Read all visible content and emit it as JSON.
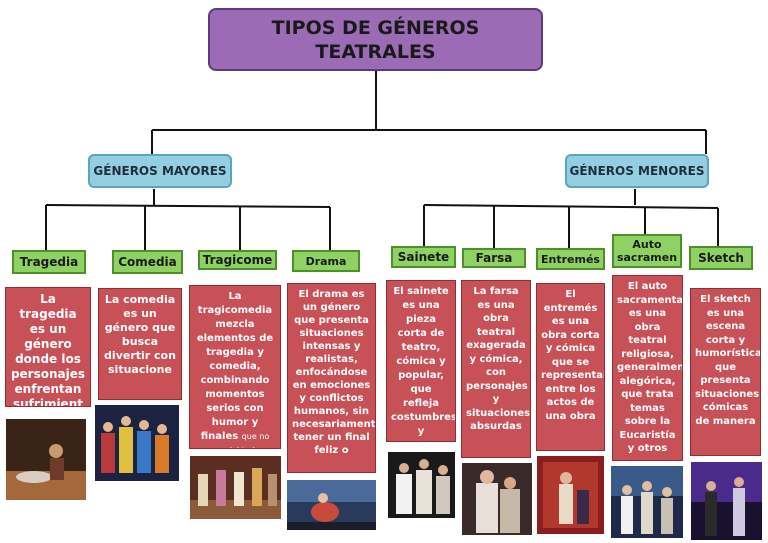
{
  "title": "TIPOS DE GÉNEROS TEATRALES",
  "groups": {
    "mayores": "GÉNEROS MAYORES",
    "menores": "GÉNEROS MENORES"
  },
  "genres": [
    {
      "name": "Tragedia",
      "desc": "La tragedia es un género donde los personajes enfrentan sufrimient"
    },
    {
      "name": "Comedia",
      "desc": "La comedia es un género que busca divertir con situacione"
    },
    {
      "name": "Tragicome",
      "desc": "La tragicomedia mezcla elementos de tragedia y comedia, combinando momentos serios con humor y finales",
      "desc_small": "que no son del todo"
    },
    {
      "name": "Drama",
      "desc": "El drama es un género que presenta situaciones intensas y realistas, enfocándose en emociones y conflictos humanos, sin necesariamente tener un final feliz o"
    },
    {
      "name": "Sainete",
      "desc": "El sainete es una pieza corta de teatro, cómica y popular, que refleja costumbres y"
    },
    {
      "name": "Farsa",
      "desc": "La farsa es una obra teatral exagerada y cómica, con personajes y situaciones absurdas"
    },
    {
      "name": "Entremés",
      "desc": "El entremés es una obra corta y cómica que se representaba entre los actos de una obra"
    },
    {
      "name": "Auto sacramen",
      "desc": "El auto sacramental es una obra teatral religiosa, generalmente alegórica, que trata temas sobre la Eucaristía y otros"
    },
    {
      "name": "Sketch",
      "desc": "El sketch es una escena corta y humorística, que presenta situaciones cómicas de manera"
    }
  ],
  "colors": {
    "title": "#9b6bb5",
    "group": "#93cfe0",
    "genre": "#8fd162",
    "desc": "#c85057"
  }
}
